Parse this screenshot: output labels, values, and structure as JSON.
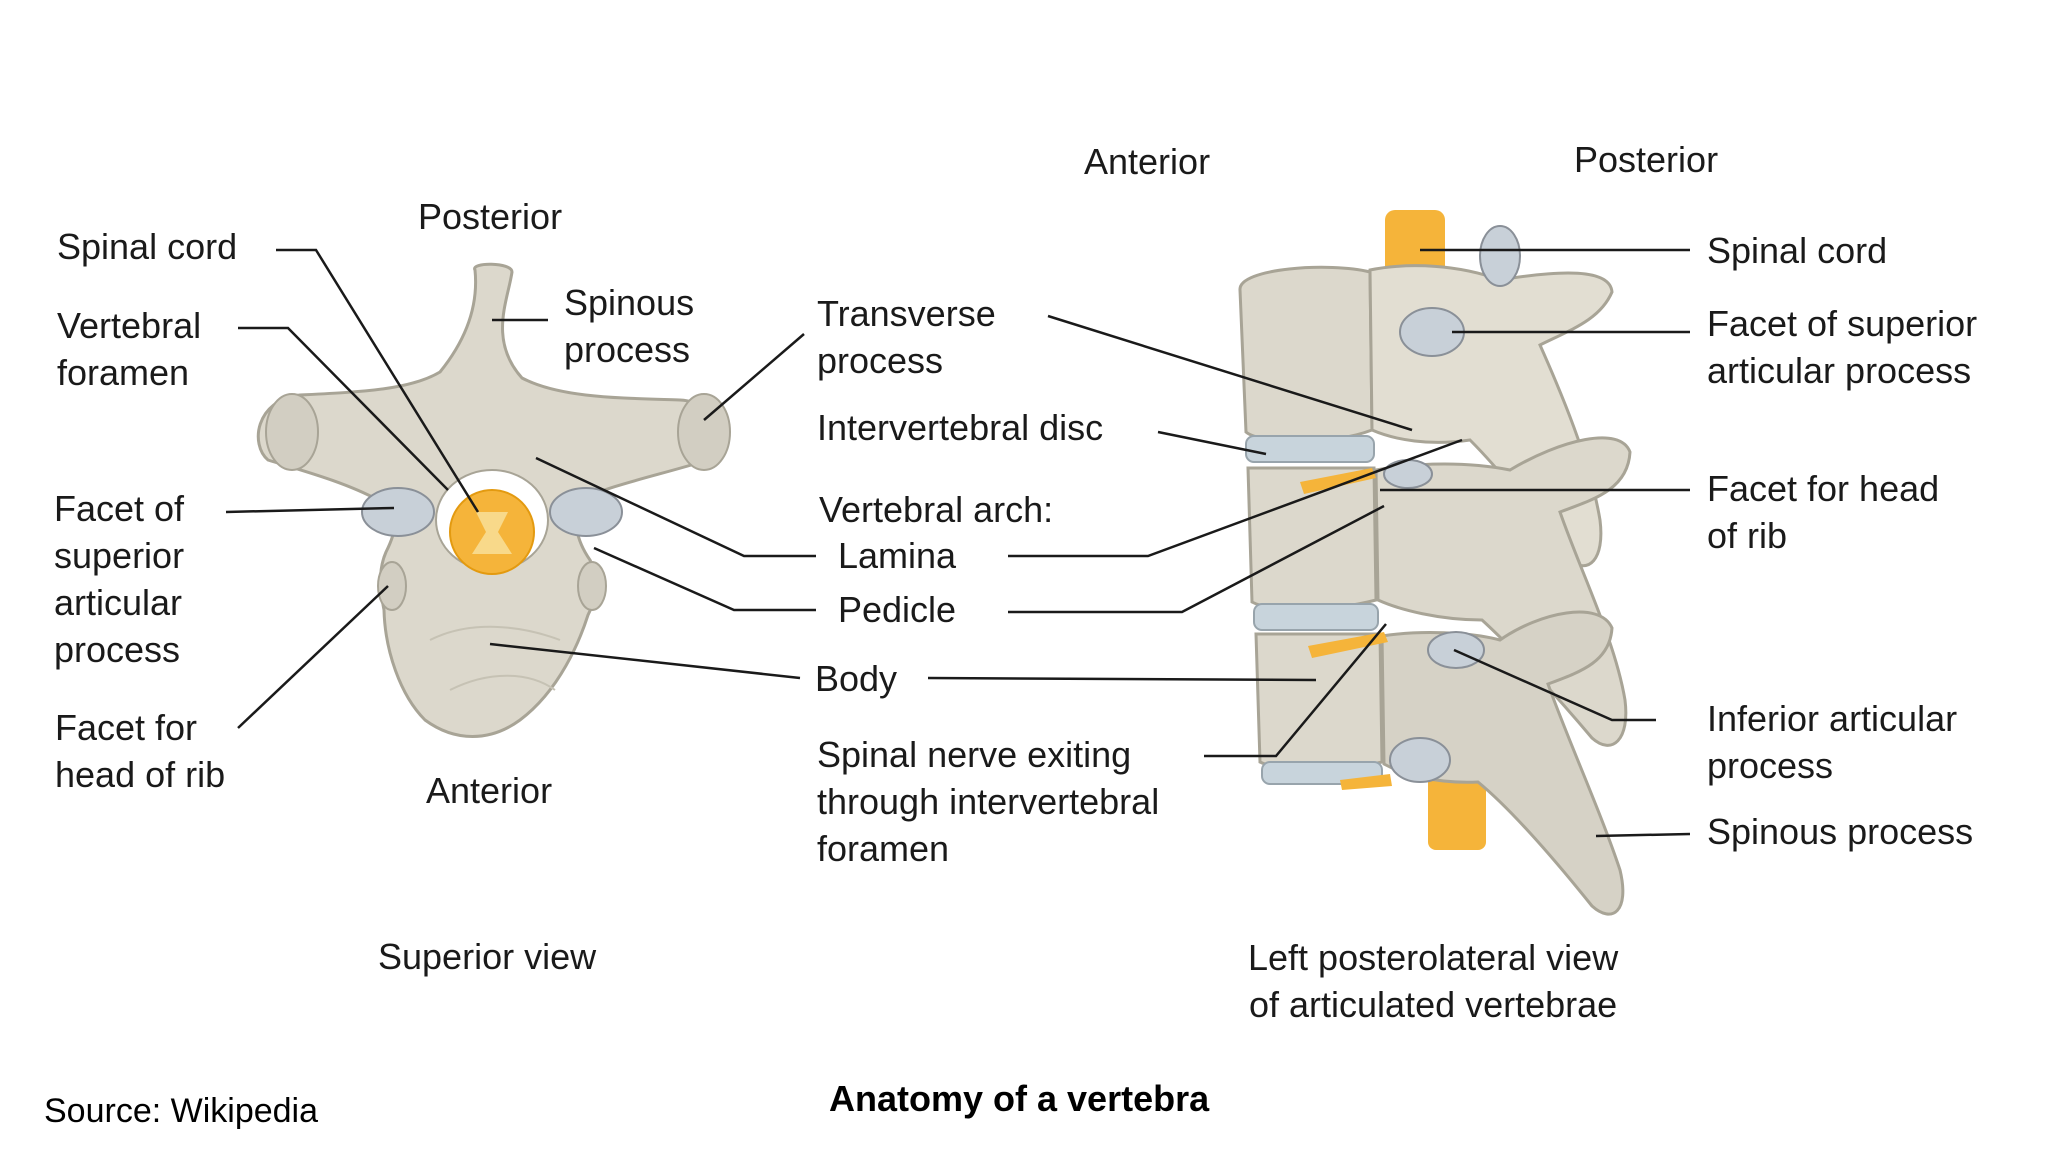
{
  "superior_view": {
    "orientation_top": "Posterior",
    "orientation_bottom": "Anterior",
    "caption": "Superior view",
    "labels": {
      "spinal_cord": "Spinal cord",
      "vertebral_foramen": "Vertebral\nforamen",
      "spinous_process": "Spinous\nprocess",
      "facet_superior": "Facet of\nsuperior\narticular\nprocess",
      "facet_rib": "Facet for\nhead of rib"
    }
  },
  "center_labels": {
    "transverse_process": "Transverse\nprocess",
    "intervertebral_disc": "Intervertebral disc",
    "vertebral_arch": "Vertebral arch:",
    "lamina": "Lamina",
    "pedicle": "Pedicle",
    "body": "Body",
    "spinal_nerve": "Spinal nerve exiting\nthrough intervertebral\nforamen"
  },
  "lateral_view": {
    "orientation_left": "Anterior",
    "orientation_right": "Posterior",
    "caption": "Left posterolateral view\nof articulated vertebrae",
    "labels": {
      "spinal_cord": "Spinal cord",
      "facet_superior": "Facet of superior\narticular process",
      "facet_rib": "Facet for head\nof rib",
      "inferior_articular": "Inferior articular\nprocess",
      "spinous_process": "Spinous process"
    }
  },
  "footer": {
    "source": "Source: Wikipedia",
    "title": "Anatomy of a vertebra"
  },
  "colors": {
    "bone": "#dcd8cc",
    "bone_outline": "#a8a496",
    "spinal_cord": "#f5b43a",
    "disc": "#c8d4dc"
  }
}
